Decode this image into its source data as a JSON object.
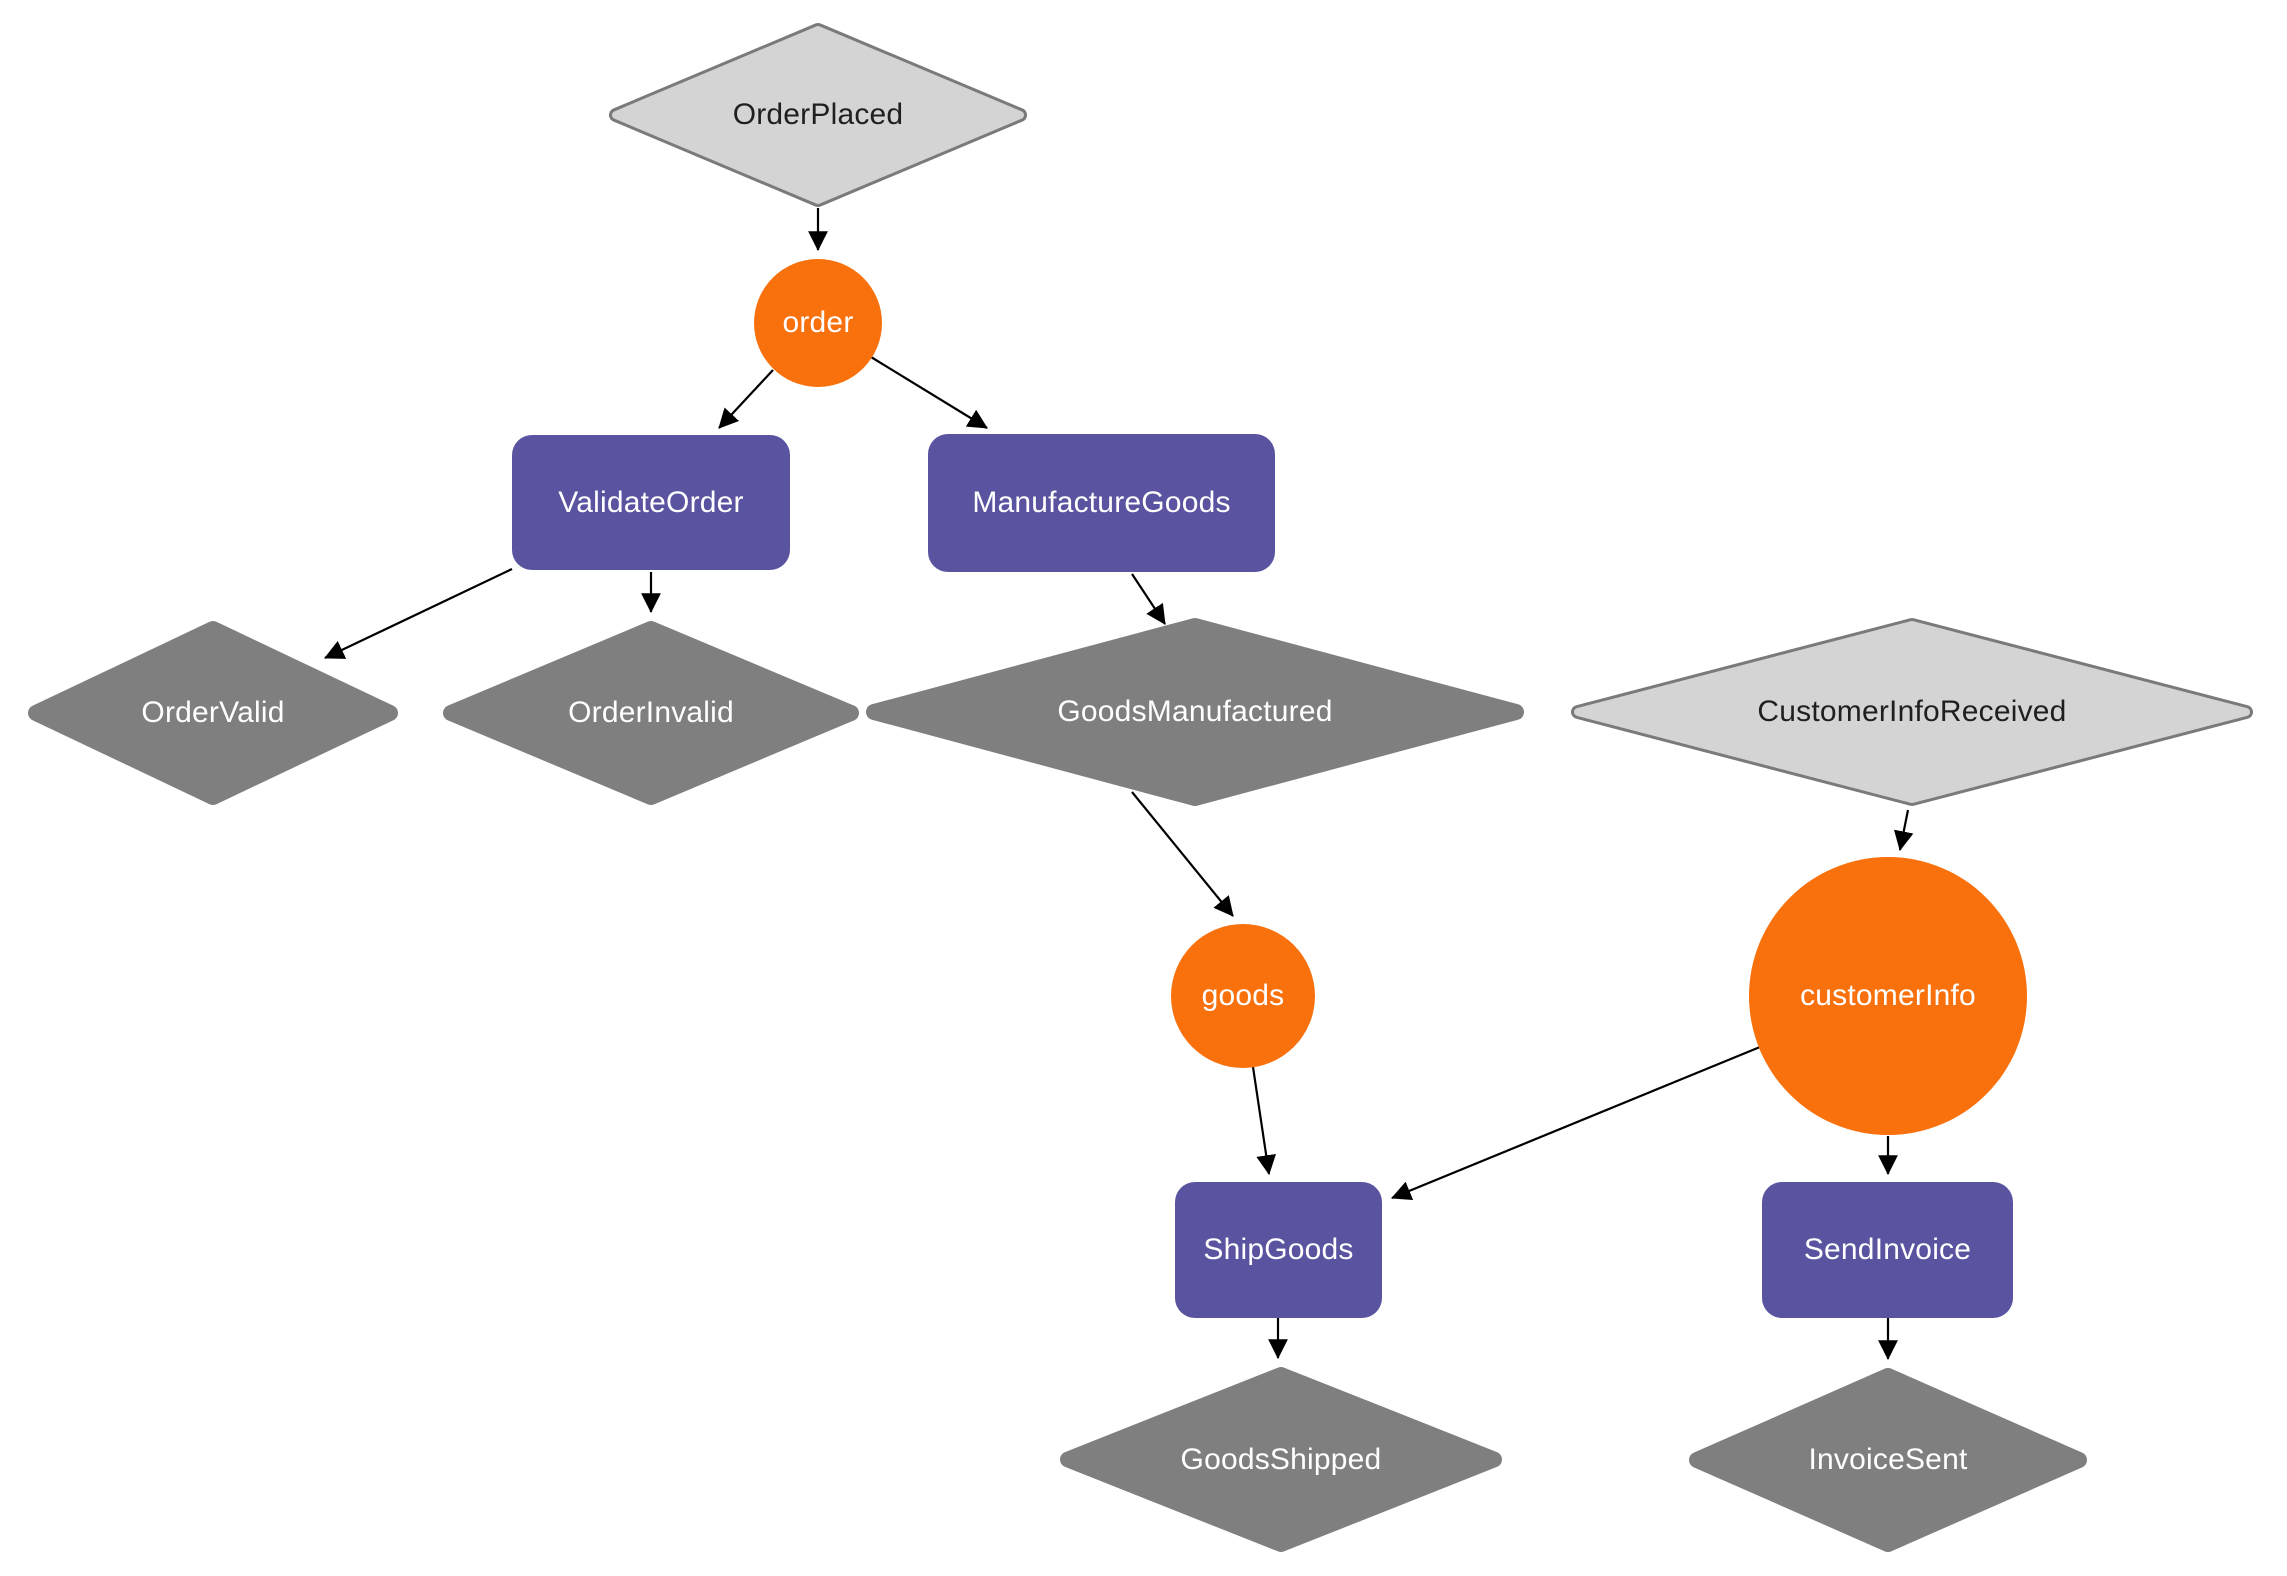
{
  "diagram": {
    "kind": "workflow-event-graph",
    "colors": {
      "event_diamond_fill": "#d4d4d4",
      "event_diamond_border": "#7a7a7a",
      "result_diamond_fill": "#7f7f7f",
      "task_rect_fill": "#5953a0",
      "data_circle_fill": "#f8710d",
      "edge_color": "#000000",
      "label_on_dark": "#ffffff",
      "label_on_light": "#1f1f1f"
    }
  },
  "nodes": [
    {
      "id": "OrderPlaced",
      "label": "OrderPlaced",
      "shape": "diamond-light"
    },
    {
      "id": "order",
      "label": "order",
      "shape": "circle"
    },
    {
      "id": "ValidateOrder",
      "label": "ValidateOrder",
      "shape": "rect"
    },
    {
      "id": "ManufactureGoods",
      "label": "ManufactureGoods",
      "shape": "rect"
    },
    {
      "id": "OrderValid",
      "label": "OrderValid",
      "shape": "diamond-gray"
    },
    {
      "id": "OrderInvalid",
      "label": "OrderInvalid",
      "shape": "diamond-gray"
    },
    {
      "id": "GoodsManufactured",
      "label": "GoodsManufactured",
      "shape": "diamond-gray"
    },
    {
      "id": "CustomerInfoReceived",
      "label": "CustomerInfoReceived",
      "shape": "diamond-light"
    },
    {
      "id": "goods",
      "label": "goods",
      "shape": "circle"
    },
    {
      "id": "customerInfo",
      "label": "customerInfo",
      "shape": "circle"
    },
    {
      "id": "ShipGoods",
      "label": "ShipGoods",
      "shape": "rect"
    },
    {
      "id": "SendInvoice",
      "label": "SendInvoice",
      "shape": "rect"
    },
    {
      "id": "GoodsShipped",
      "label": "GoodsShipped",
      "shape": "diamond-gray"
    },
    {
      "id": "InvoiceSent",
      "label": "InvoiceSent",
      "shape": "diamond-gray"
    }
  ],
  "edges": [
    {
      "from": "OrderPlaced",
      "to": "order"
    },
    {
      "from": "order",
      "to": "ValidateOrder"
    },
    {
      "from": "order",
      "to": "ManufactureGoods"
    },
    {
      "from": "ValidateOrder",
      "to": "OrderValid"
    },
    {
      "from": "ValidateOrder",
      "to": "OrderInvalid"
    },
    {
      "from": "ManufactureGoods",
      "to": "GoodsManufactured"
    },
    {
      "from": "GoodsManufactured",
      "to": "goods"
    },
    {
      "from": "CustomerInfoReceived",
      "to": "customerInfo"
    },
    {
      "from": "goods",
      "to": "ShipGoods"
    },
    {
      "from": "customerInfo",
      "to": "ShipGoods"
    },
    {
      "from": "customerInfo",
      "to": "SendInvoice"
    },
    {
      "from": "ShipGoods",
      "to": "GoodsShipped"
    },
    {
      "from": "SendInvoice",
      "to": "InvoiceSent"
    }
  ]
}
